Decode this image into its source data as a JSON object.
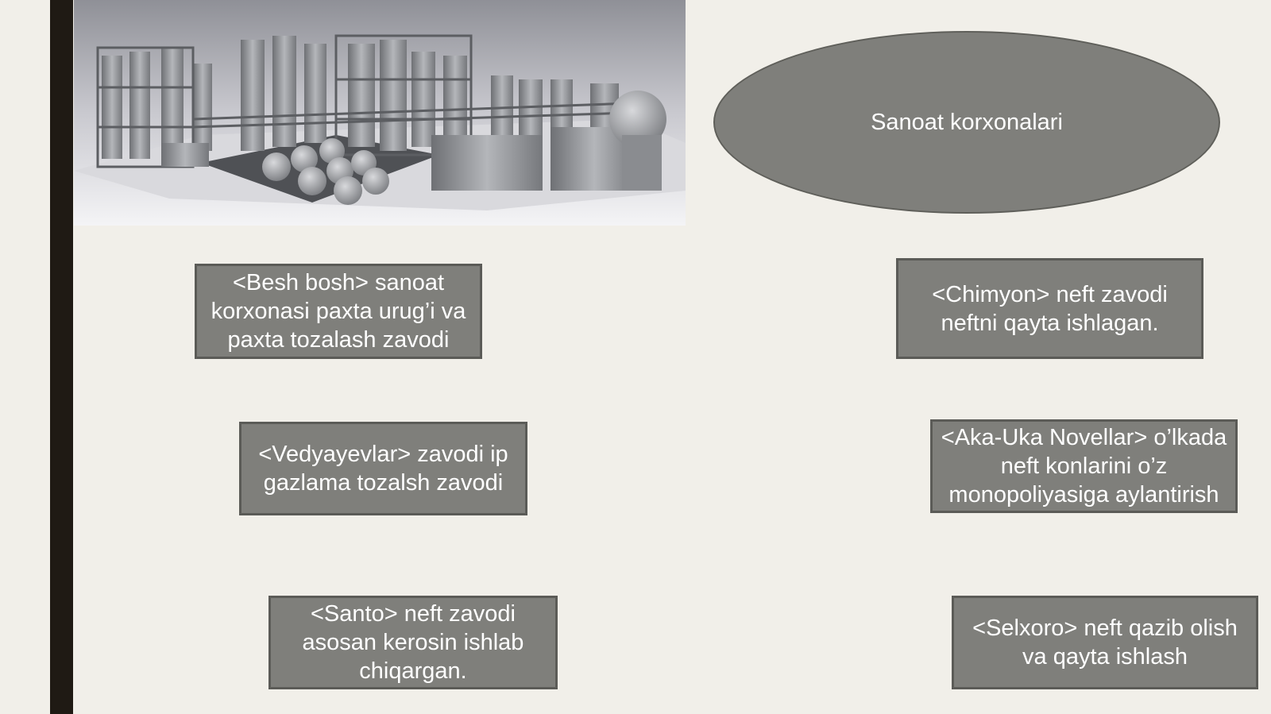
{
  "title": "Sanoat korxonalari",
  "boxes": {
    "besh_bosh": "<Besh bosh> sanoat korxonasi paxta urug’i va paxta tozalash zavodi",
    "chimyon": "<Chimyon> neft zavodi neftni qayta ishlagan.",
    "vedyayevlar": "<Vedyayevlar> zavodi ip gazlama tozalsh zavodi",
    "aka_uka": "<Aka-Uka Novellar> o’lkada neft konlarini o’z monopoliyasiga aylantirish",
    "santo": "<Santo> neft zavodi asosan kerosin ishlab chiqargan.",
    "selxoro": "<Selxoro> neft qazib olish va qayta ishlash"
  },
  "colors": {
    "background": "#f1efe9",
    "box_fill": "#7f7f7b",
    "box_border": "#5b5b57",
    "left_bar": "#1f1a14"
  },
  "image": {
    "subject": "industrial-refinery-illustration"
  }
}
